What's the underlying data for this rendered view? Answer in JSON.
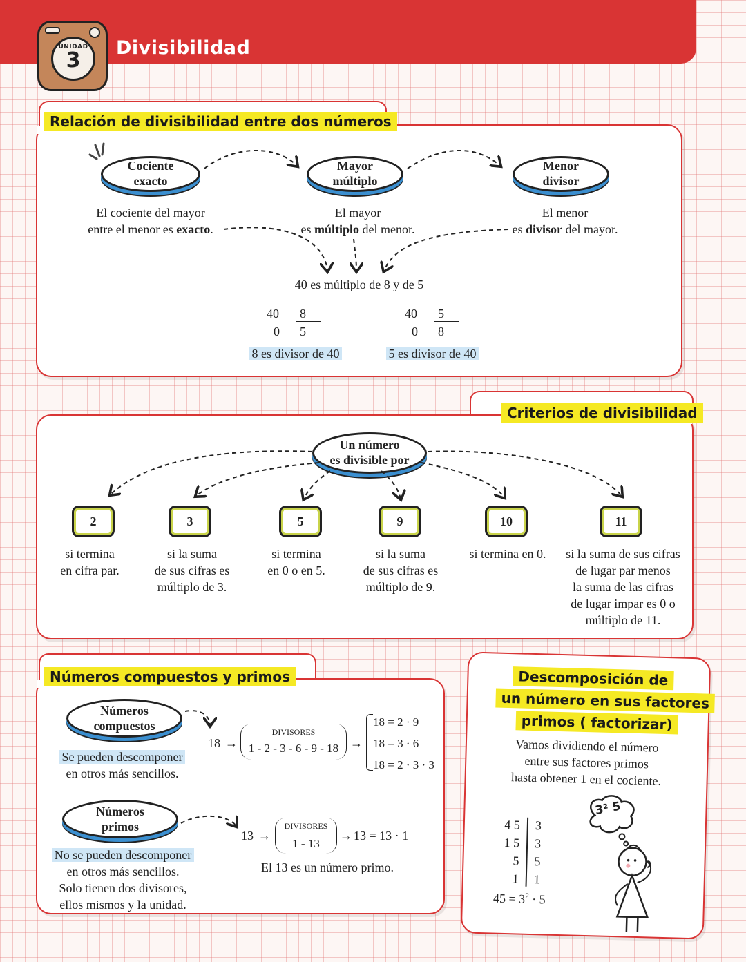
{
  "header": {
    "unit_label": "UNIDAD",
    "unit_number": "3",
    "title": "Divisibilidad"
  },
  "relation": {
    "title": "Relación de divisibilidad entre dos números",
    "ovals": [
      {
        "line1": "Cociente",
        "line2": "exacto"
      },
      {
        "line1": "Mayor",
        "line2": "múltiplo"
      },
      {
        "line1": "Menor",
        "line2": "divisor"
      }
    ],
    "desc1": {
      "l1": "El cociente del mayor",
      "l2a": "entre el menor es ",
      "l2b": "exacto",
      "l2c": "."
    },
    "desc2": {
      "l1": "El mayor",
      "l2a": "es ",
      "l2b": "múltiplo",
      "l2c": " del menor."
    },
    "desc3": {
      "l1": "El menor",
      "l2a": "es ",
      "l2b": "divisor",
      "l2c": " del mayor."
    },
    "example": "40 es múltiplo de 8 y de 5",
    "div1": {
      "dividend": "40",
      "divisor": "8",
      "remainder": "0",
      "quotient": "5",
      "note": "8 es divisor de 40"
    },
    "div2": {
      "dividend": "40",
      "divisor": "5",
      "remainder": "0",
      "quotient": "8",
      "note": "5 es divisor de 40"
    }
  },
  "criteria": {
    "title": "Criterios de divisibilidad",
    "center": {
      "line1": "Un número",
      "line2": "es divisible por"
    },
    "items": [
      {
        "n": "2",
        "lines": [
          "si termina",
          "en cifra par."
        ]
      },
      {
        "n": "3",
        "lines": [
          "si la suma",
          "de sus cifras es",
          "múltiplo de 3."
        ]
      },
      {
        "n": "5",
        "lines": [
          "si termina",
          "en 0 o en 5."
        ]
      },
      {
        "n": "9",
        "lines": [
          "si la suma",
          "de sus cifras es",
          "múltiplo de 9."
        ]
      },
      {
        "n": "10",
        "lines": [
          "si termina en 0."
        ]
      },
      {
        "n": "11",
        "lines": [
          "si la suma de sus cifras",
          "de lugar par menos",
          "la suma de las cifras",
          "de lugar impar es 0 o",
          "múltiplo de 11."
        ]
      }
    ]
  },
  "composite": {
    "title": "Números compuestos y primos",
    "comp": {
      "oval1": "Números",
      "oval2": "compuestos",
      "hl": "Se pueden descomponer",
      "rest": "en otros más sencillos.",
      "num": "18",
      "div_label": "DIVISORES",
      "divisors": "1 - 2 - 3 - 6 - 9 - 18",
      "f1": "18 = 2 · 9",
      "f2": "18 = 3 · 6",
      "f3": "18 = 2 · 3 · 3"
    },
    "prime": {
      "oval1": "Números",
      "oval2": "primos",
      "hl": "No se pueden descomponer",
      "l2": "en otros más sencillos.",
      "l3": "Solo tienen dos divisores,",
      "l4": "ellos mismos y la unidad.",
      "num": "13",
      "div_label": "DIVISORES",
      "divisors": "1 - 13",
      "result": "13 = 13 · 1",
      "note": "El 13 es un número primo."
    }
  },
  "factor": {
    "title1": "Descomposición de",
    "title2": "un número en sus factores",
    "title3": "primos ( factorizar)",
    "text": [
      "Vamos dividiendo el número",
      "entre sus factores primos",
      "hasta obtener 1 en el cociente."
    ],
    "left": [
      "4 5",
      "1 5",
      "5",
      "1"
    ],
    "right": [
      "3",
      "3",
      "5",
      "1"
    ],
    "result_a": "45 = 3",
    "result_exp": "2",
    "result_b": " · 5",
    "thought": "3² 5"
  }
}
